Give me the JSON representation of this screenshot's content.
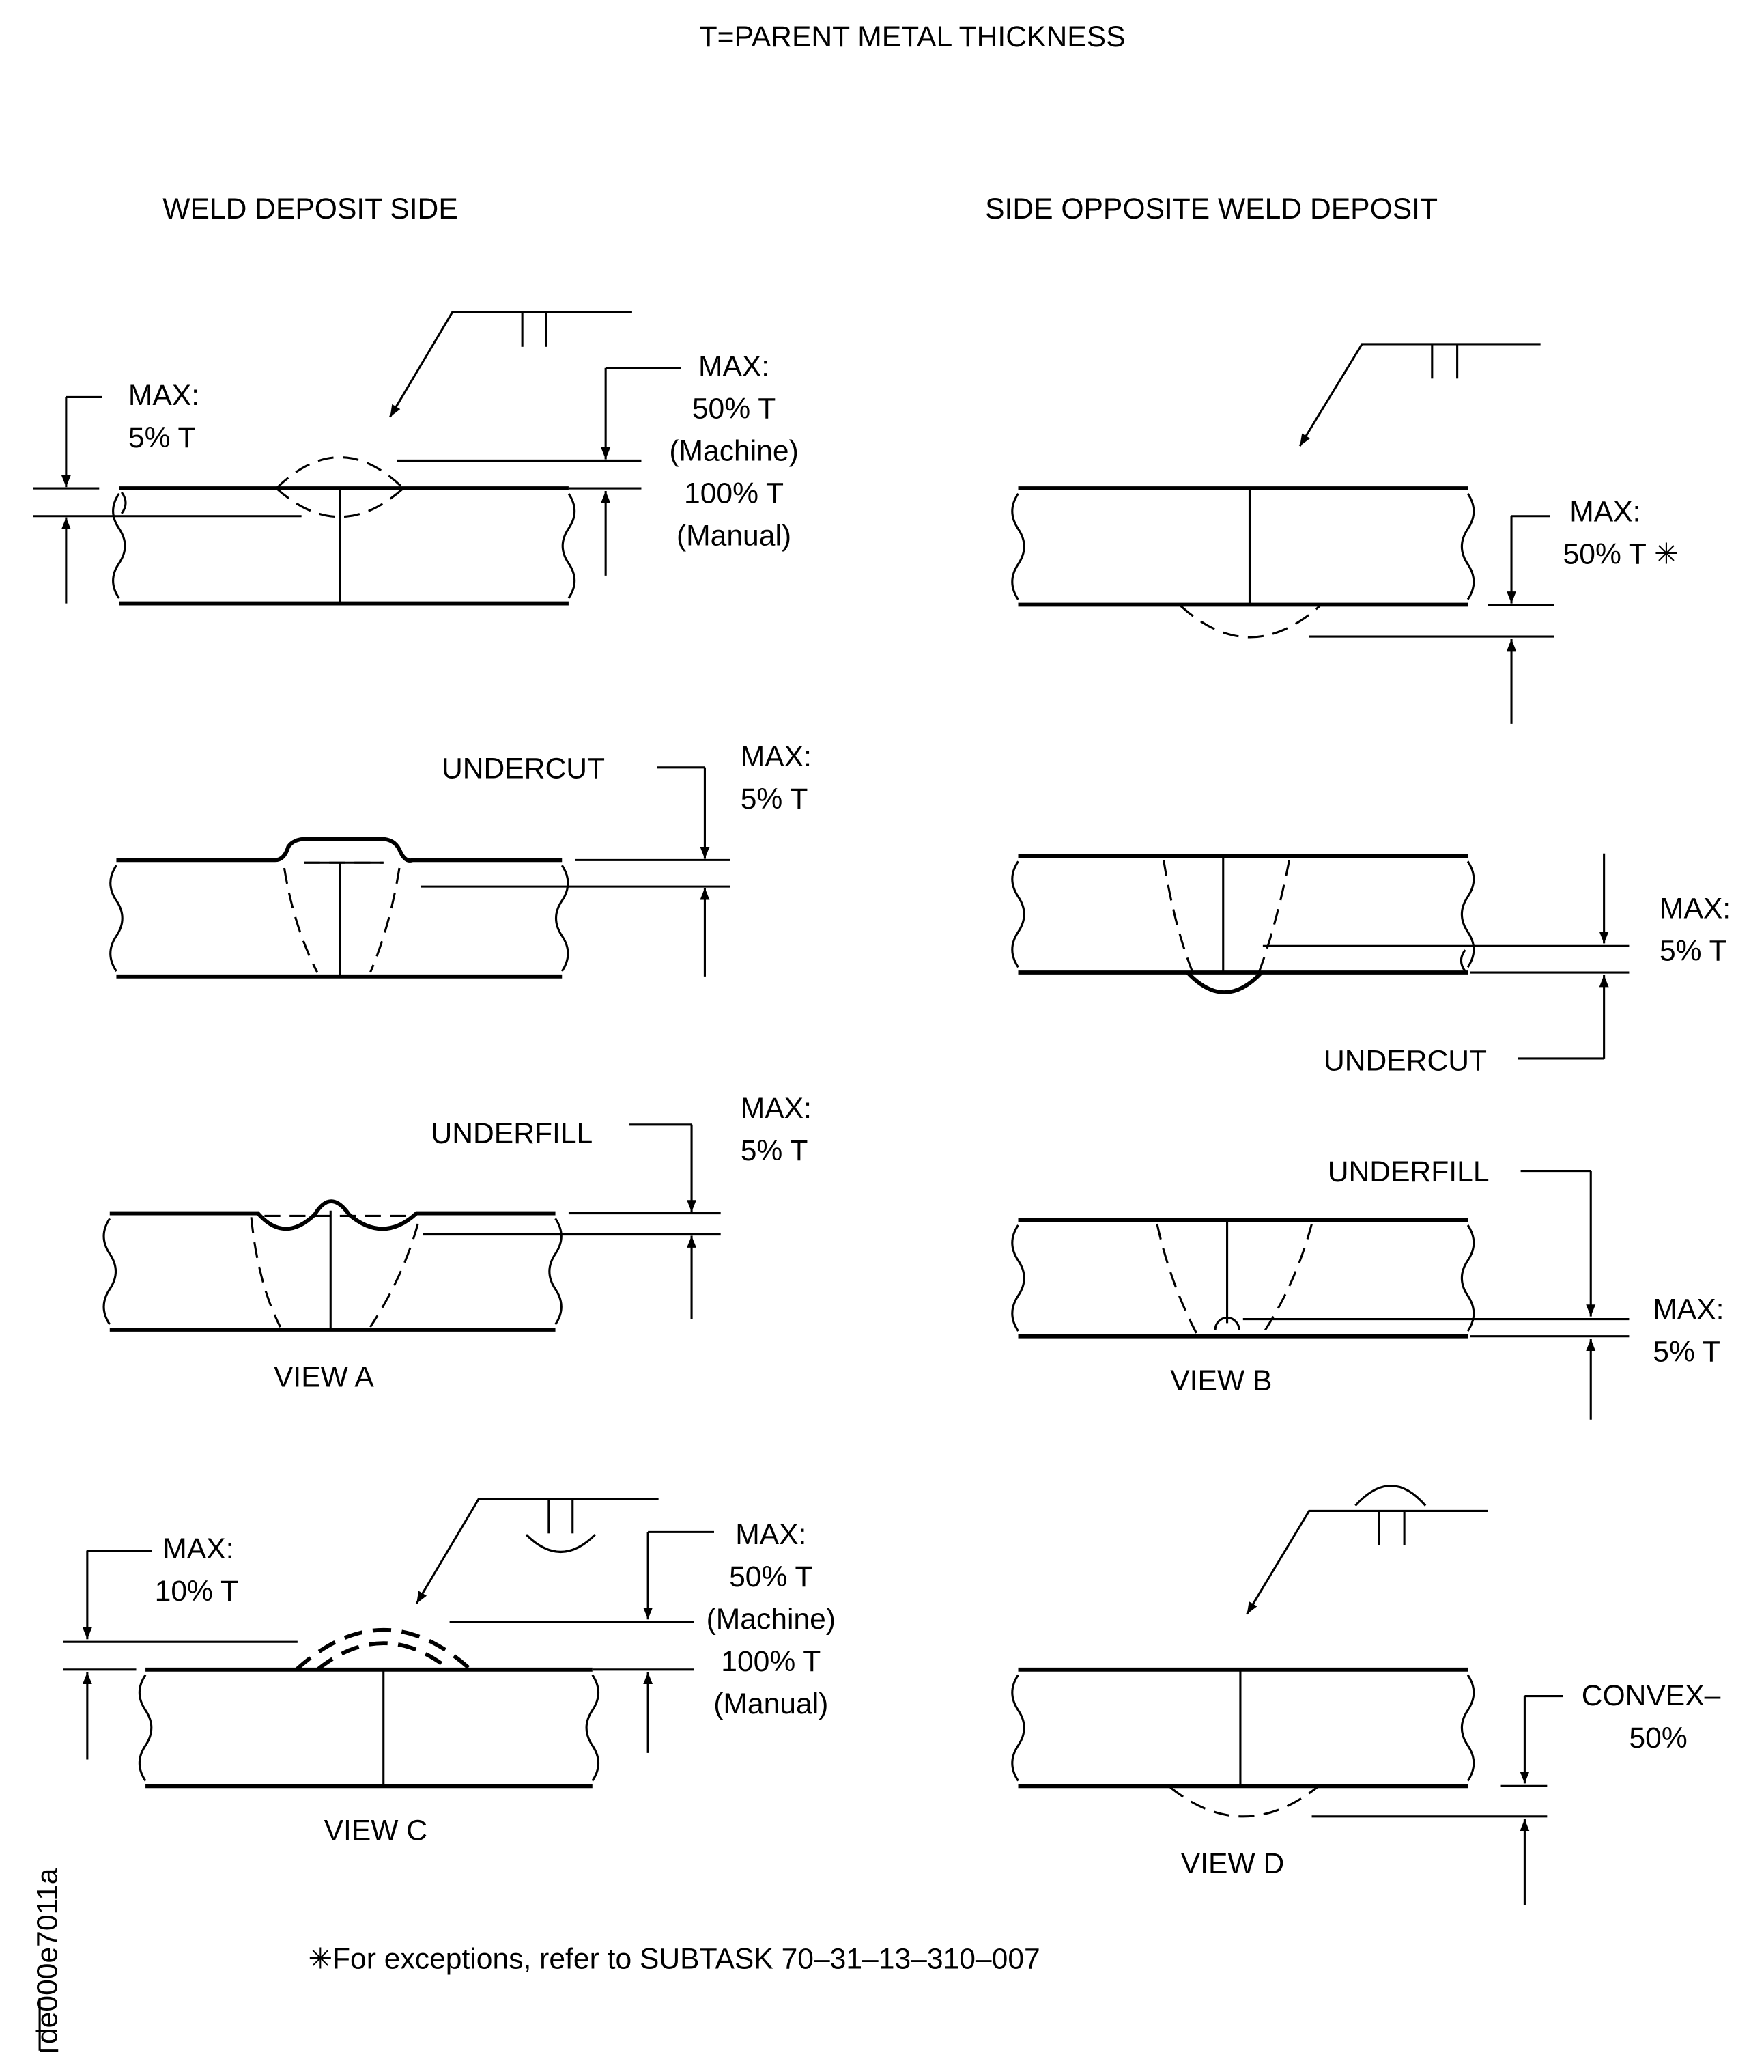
{
  "title": "T=PARENT METAL THICKNESS",
  "left_heading": "WELD DEPOSIT SIDE",
  "right_heading": "SIDE OPPOSITE WELD DEPOSIT",
  "left": {
    "reinforcement": {
      "left_label": [
        "MAX:",
        "5% T"
      ],
      "right_label": [
        "MAX:",
        "50% T",
        "(Machine)",
        "100% T",
        "(Manual)"
      ]
    },
    "undercut": {
      "name": "UNDERCUT",
      "label": [
        "MAX:",
        "5% T"
      ]
    },
    "underfill": {
      "name": "UNDERFILL",
      "label": [
        "MAX:",
        "5% T"
      ]
    },
    "view_a": "VIEW A",
    "view_c": {
      "left_label": [
        "MAX:",
        "10% T"
      ],
      "right_label": [
        "MAX:",
        "50% T",
        "(Machine)",
        "100% T",
        "(Manual)"
      ],
      "view": "VIEW C"
    }
  },
  "right": {
    "reinforcement": {
      "label": [
        "MAX:",
        "50% T ✳"
      ]
    },
    "undercut": {
      "name": "UNDERCUT",
      "label": [
        "MAX:",
        "5% T"
      ]
    },
    "underfill": {
      "name": "UNDERFILL",
      "label": [
        "MAX:",
        "5% T"
      ]
    },
    "view_b": "VIEW B",
    "view_d": {
      "label": [
        "CONVEX–",
        "50%"
      ],
      "view": "VIEW D"
    }
  },
  "footnote": "✳For exceptions, refer to SUBTASK 70–31–13–310–007",
  "drawing_id": "de000e7011a"
}
